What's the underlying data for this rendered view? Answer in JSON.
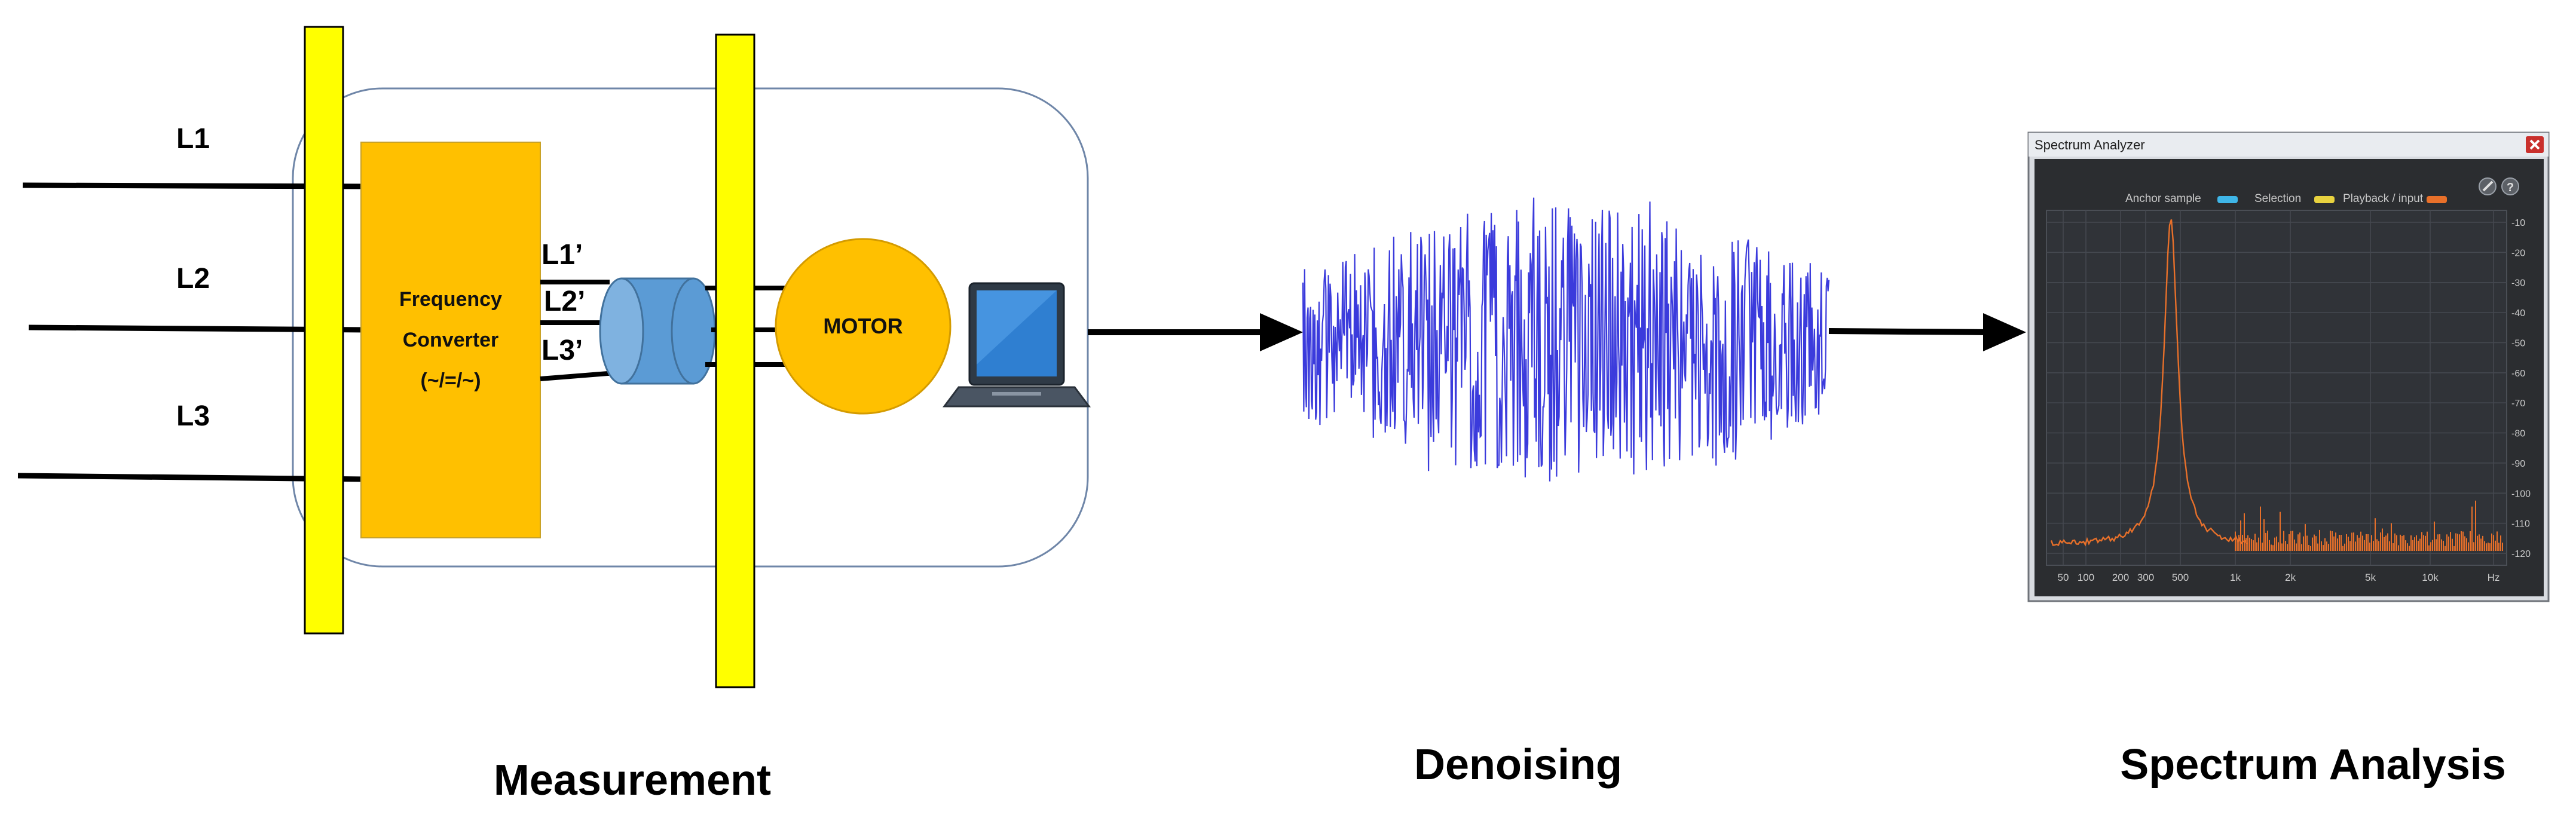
{
  "diagram": {
    "lines_in": {
      "l1": "L1",
      "l2": "L2",
      "l3": "L3"
    },
    "lines_out": {
      "l1": "L1’",
      "l2": "L2’",
      "l3": "L3’"
    },
    "converter": {
      "line1": "Frequency",
      "line2": "Converter",
      "line3": "(~/=/~)"
    },
    "motor": "MOTOR",
    "sections": {
      "measurement": "Measurement",
      "denoising": "Denoising",
      "spectrum": "Spectrum Analysis"
    },
    "spectrum_analyzer": {
      "window_title": "Spectrum Analyzer",
      "legend": [
        {
          "label": "Anchor sample",
          "color": "#3fb6e8"
        },
        {
          "label": "Selection",
          "color": "#e8d23f"
        },
        {
          "label": "Playback / input",
          "color": "#e8702a"
        }
      ],
      "x_ticks": [
        "50",
        "100",
        "200",
        "300",
        "500",
        "1k",
        "2k",
        "5k",
        "10k",
        "Hz"
      ],
      "y_ticks": [
        "-10",
        "-20",
        "-30",
        "-40",
        "-50",
        "-60",
        "-70",
        "-80",
        "-90",
        "-100",
        "-110",
        "-120"
      ]
    },
    "colors": {
      "pillar": "#ffff00",
      "converter": "#ffc000",
      "motor": "#ffc000",
      "coupling": "#5b9bd5",
      "noise": "#3b3bdc",
      "spectrum_line": "#e8702a",
      "spectrum_bg": "#2b2d30",
      "enclosure": "#6f86a8"
    },
    "icons": {
      "laptop": "laptop-icon",
      "close": "close-icon",
      "wrench": "wrench-icon",
      "help": "help-icon"
    }
  }
}
